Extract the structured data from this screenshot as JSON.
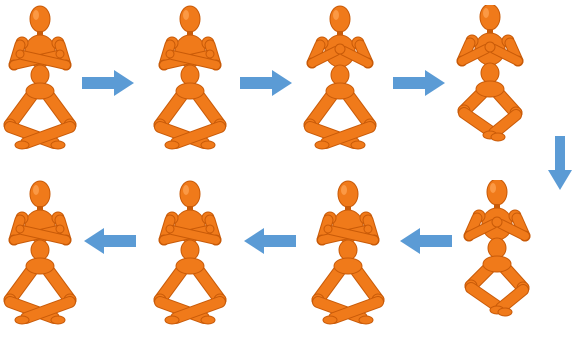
{
  "figure": {
    "title": "",
    "palette": {
      "body": "#f07a1a",
      "shade": "#c85a08",
      "highlight": "#ffa659",
      "arrow": "#5b9bd5",
      "background": "#ffffff"
    },
    "sequence": [
      {
        "step": 1,
        "pose": "seated-arms-crossed",
        "row": "top",
        "order": "left-to-right"
      },
      {
        "step": 2,
        "pose": "seated-arms-crossed",
        "row": "top",
        "order": "left-to-right"
      },
      {
        "step": 3,
        "pose": "seated-hands-joined-at-chest",
        "row": "top",
        "order": "left-to-right"
      },
      {
        "step": 4,
        "pose": "jumping-hands-at-chest",
        "row": "top",
        "order": "left-to-right"
      },
      {
        "step": 5,
        "pose": "jumping-hands-at-chest",
        "row": "bottom",
        "order": "right-to-left"
      },
      {
        "step": 6,
        "pose": "seated-arms-crossed",
        "row": "bottom",
        "order": "right-to-left"
      },
      {
        "step": 7,
        "pose": "seated-arms-crossed",
        "row": "bottom",
        "order": "right-to-left"
      },
      {
        "step": 8,
        "pose": "seated-arms-crossed",
        "row": "bottom",
        "order": "right-to-left"
      }
    ],
    "arrows": [
      {
        "from": 1,
        "to": 2,
        "direction": "right"
      },
      {
        "from": 2,
        "to": 3,
        "direction": "right"
      },
      {
        "from": 3,
        "to": 4,
        "direction": "right"
      },
      {
        "from": 4,
        "to": 5,
        "direction": "down"
      },
      {
        "from": 5,
        "to": 6,
        "direction": "left"
      },
      {
        "from": 6,
        "to": 7,
        "direction": "left"
      },
      {
        "from": 7,
        "to": 8,
        "direction": "left"
      }
    ]
  }
}
